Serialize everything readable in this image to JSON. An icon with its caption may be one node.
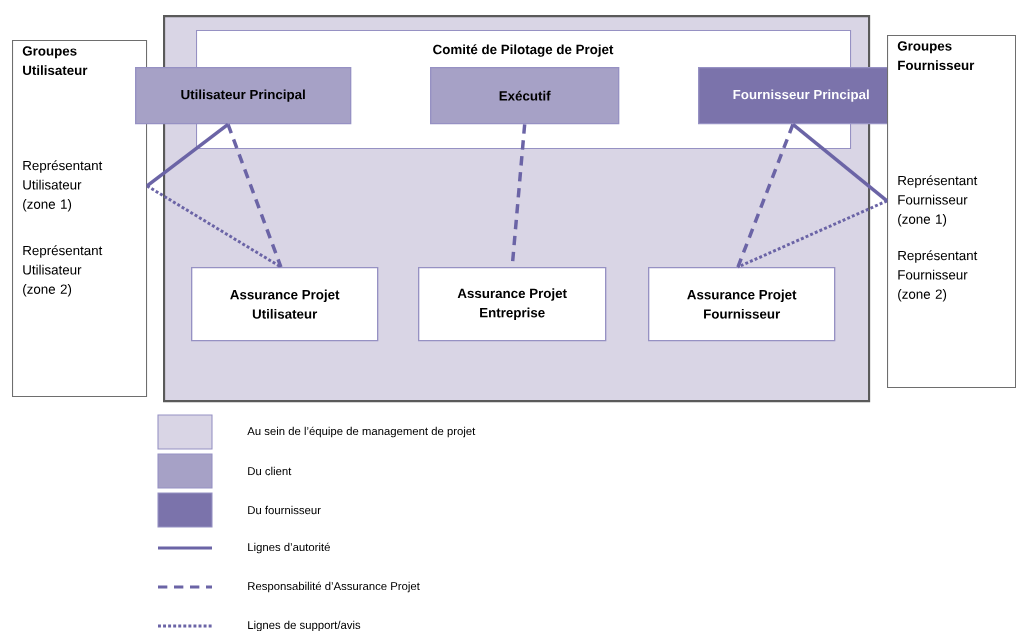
{
  "diagram": {
    "nodes": [
      {
        "text": [
          "Groupes Utilisateur"
        ]
      },
      {
        "text": [
          "Représentant Utilisateur (zone 1)"
        ],
        "in": 0
      },
      {
        "text": [
          "Représentant Utilisateur (zone 2)"
        ],
        "in": 0
      },
      {
        "text": [],
        "shape": "box"
      },
      {
        "text": [
          "Comité de Pilotage de Projet"
        ],
        "in": 3
      },
      {
        "text": [
          "Utilisateur Principal"
        ]
      },
      {
        "text": [
          "Exécutif"
        ],
        "in": 4
      },
      {
        "text": [
          "Fournisseur Principal"
        ]
      },
      {
        "text": [
          "Assurance Projet Utilisateur"
        ],
        "in": 3
      },
      {
        "text": [
          "Assurance Projet Entreprise"
        ],
        "in": 3
      },
      {
        "text": [
          "Assurance Projet Fournisseur"
        ],
        "in": 3
      },
      {
        "text": [
          "Groupes Fournisseur"
        ]
      },
      {
        "text": [
          "Représentant Fournisseur (zone 1)"
        ],
        "in": 11
      },
      {
        "text": [
          "Représentant Fournisseur (zone 2)"
        ],
        "in": 11
      }
    ],
    "edges": [
      {
        "from": 5,
        "to": 1,
        "arrow": "none"
      },
      {
        "from": 5,
        "to": 8,
        "arrow": "none",
        "style": "dashed"
      },
      {
        "from": 1,
        "to": 8,
        "arrow": "none",
        "style": "dashed"
      },
      {
        "from": 6,
        "to": 9,
        "arrow": "none",
        "style": "dashed"
      },
      {
        "from": 7,
        "to": 10,
        "arrow": "none",
        "style": "dashed"
      },
      {
        "from": 7,
        "to": 12,
        "arrow": "none"
      },
      {
        "from": 12,
        "to": 10,
        "arrow": "none",
        "style": "dashed"
      }
    ],
    "legend": [
      {
        "text": "Au sein de l’équipe de management de projet",
        "color": "#d9d5e5"
      },
      {
        "text": "Du client",
        "color": "#a6a1c6"
      },
      {
        "text": "Du fournisseur",
        "color": "#7b73ab"
      },
      {
        "text": "Lignes d’autorité"
      },
      {
        "text": "Responsabilité d’Assurance Projet"
      },
      {
        "text": "Lignes de support/avis"
      }
    ]
  }
}
